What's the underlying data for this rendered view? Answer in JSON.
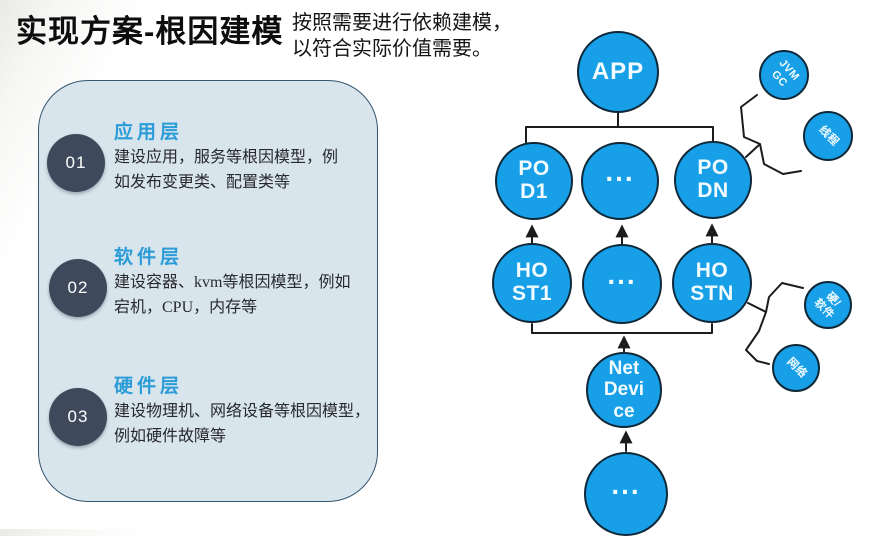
{
  "header": {
    "title": "实现方案-根因建模",
    "subtitle": "按照需要进行依赖建模，\n以符合实际价值需要。"
  },
  "panel": {
    "sections": [
      {
        "number": "01",
        "heading": "应用层",
        "body": "建设应用，服务等根因模型，例\n如发布变更类、配置类等"
      },
      {
        "number": "02",
        "heading": "软件层",
        "body": "建设容器、kvm等根因模型，例如\n宕机，CPU，内存等"
      },
      {
        "number": "03",
        "heading": "硬件层",
        "body": "建设物理机、网络设备等根因模型，\n例如硬件故障等"
      }
    ]
  },
  "diagram": {
    "nodes": {
      "app": {
        "label": "APP"
      },
      "pod1": {
        "label": "PO\nD1"
      },
      "pod_more": {
        "label": "..."
      },
      "podn": {
        "label": "PO\nDN"
      },
      "host1": {
        "label": "HO\nST1"
      },
      "host_more": {
        "label": "..."
      },
      "hostn": {
        "label": "HO\nSTN"
      },
      "net_device": {
        "label": "Net\nDevi\nce"
      },
      "net_more": {
        "label": "..."
      },
      "jvm_gc": {
        "label": "JVM\nGC"
      },
      "thread": {
        "label": "线程"
      },
      "hw_sw": {
        "label": "硬/\n软件"
      },
      "network": {
        "label": "网络"
      }
    },
    "colors": {
      "node_fill": "#179FE8",
      "node_stroke": "#0F2838",
      "wire": "#1C1C1C",
      "panel_bg": "#D9E5EC",
      "panel_border": "#35566F",
      "number_circle": "#3E4A5C",
      "heading_blue": "#2B9CD8",
      "title_text": "#0D0D0D"
    }
  }
}
